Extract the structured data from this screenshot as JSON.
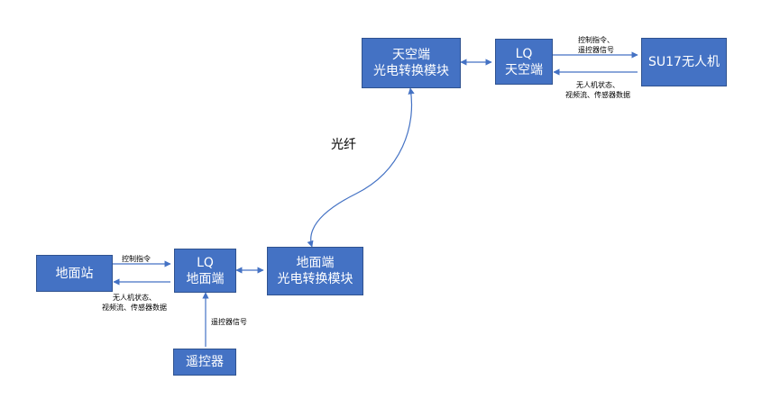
{
  "nodes": {
    "sky_module": {
      "line1": "天空端",
      "line2": "光电转换模块"
    },
    "lq_sky": {
      "line1": "LQ",
      "line2": "天空端"
    },
    "drone": {
      "line1": "SU17无人机"
    },
    "ground_station": {
      "line1": "地面站"
    },
    "lq_ground": {
      "line1": "LQ",
      "line2": "地面端"
    },
    "ground_module": {
      "line1": "地面端",
      "line2": "光电转换模块"
    },
    "remote": {
      "line1": "遥控器"
    }
  },
  "labels": {
    "fiber": "光纤",
    "sky_cmd_1": "控制指令、",
    "sky_cmd_2": "遥控器信号",
    "sky_return_1": "无人机状态、",
    "sky_return_2": "视频流、传感器数据",
    "ground_cmd": "控制指令",
    "ground_return_1": "无人机状态、",
    "ground_return_2": "视频流、传感器数据",
    "remote_signal": "遥控器信号"
  },
  "colors": {
    "node_fill": "#4472c4",
    "node_border": "#2f528f",
    "connector": "#4472c4",
    "text_on_node": "#ffffff"
  }
}
